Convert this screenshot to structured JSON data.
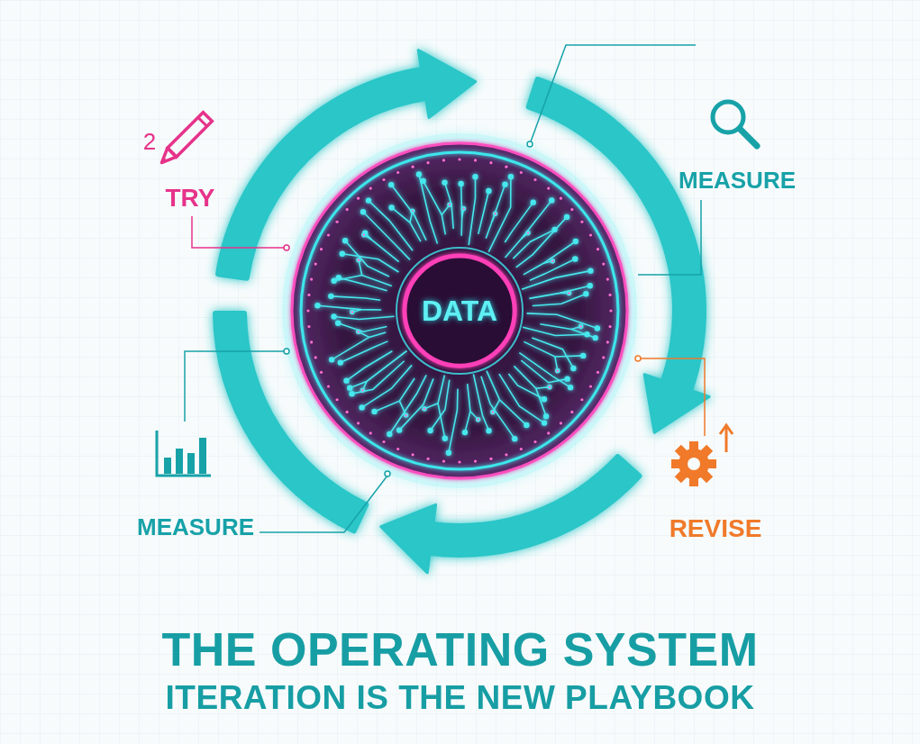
{
  "diagram": {
    "title": "THE OPERATING SYSTEM",
    "caption": "ITERATION IS THE NEW PLAYBOOK",
    "nodes": [
      {
        "text": [
          "DATA"
        ]
      }
    ],
    "labels": [
      "2",
      "TRY",
      "MEASURE",
      "REVISE",
      "MEASURE"
    ]
  }
}
